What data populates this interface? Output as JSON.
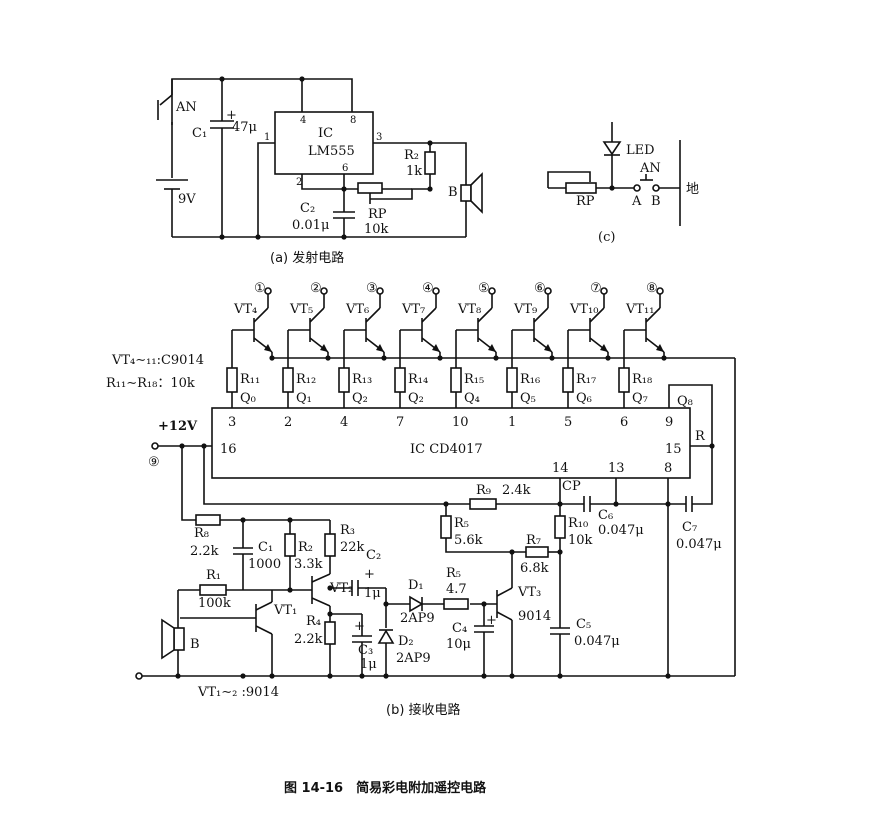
{
  "figure": {
    "caption": "图 14-16　简易彩电附加遥控电路",
    "label_a": "(a)  发射电路",
    "label_b": "(b)  接收电路",
    "label_c": "(c)"
  },
  "circuit_a": {
    "button": "AN",
    "c1": "C₁",
    "c1_value": "47μ",
    "plus": "+",
    "battery": "9V",
    "ic": "IC",
    "ic_type": "LM555",
    "pins": [
      "1",
      "2",
      "3",
      "4",
      "6",
      "8"
    ],
    "r2": "R₂",
    "r2_value": "1k",
    "c2": "C₂",
    "c2_value": "0.01μ",
    "rp": "RP",
    "rp_value": "10k",
    "speaker": "B"
  },
  "circuit_c": {
    "led": "LED",
    "button": "AN",
    "rp": "RP",
    "a": "A",
    "b": "B",
    "ground": "地"
  },
  "circuit_b": {
    "channels": [
      "①",
      "②",
      "③",
      "④",
      "⑤",
      "⑥",
      "⑦",
      "⑧"
    ],
    "transistors": [
      "VT₄",
      "VT₅",
      "VT₆",
      "VT₇",
      "VT₈",
      "VT₉",
      "VT₁₀",
      "VT₁₁"
    ],
    "resistors": [
      "R₁₁",
      "R₁₂",
      "R₁₃",
      "R₁₄",
      "R₁₅",
      "R₁₆",
      "R₁₇",
      "R₁₈"
    ],
    "outputs": [
      "Q₀",
      "Q₁",
      "Q₂",
      "Q₂",
      "Q₄",
      "Q₅",
      "Q₆",
      "Q₇"
    ],
    "pin_numbers": [
      "3",
      "2",
      "4",
      "7",
      "10",
      "1",
      "5",
      "6",
      "9"
    ],
    "q8": "Q₈",
    "note_vt": "VT₄∼₁₁:C9014",
    "note_r": "R₁₁∼R₁₈：10k",
    "supply": "+12V",
    "supply_node": "⑨",
    "ic_name": "IC CD4017",
    "pin16": "16",
    "pin15": "15",
    "pin14": "14",
    "pin13": "13",
    "pin8": "8",
    "reset": "R",
    "cp": "CP",
    "r9": "R₉",
    "r9_value": "2.4k",
    "r5a": "R₅",
    "r5a_value": "5.6k",
    "r10": "R₁₀",
    "r10_value": "10k",
    "c6": "C₆",
    "c6_value": "0.047μ",
    "c7": "C₇",
    "c7_value": "0.047μ",
    "r8": "R₈",
    "r8_value": "2.2k",
    "c1": "C₁",
    "c1_value": "1000",
    "r2": "R₂",
    "r2_value": "3.3k",
    "r3": "R₃",
    "r3_value": "22k",
    "c2": "C₂",
    "c2_value": "1μ",
    "r1": "R₁",
    "r1_value": "100k",
    "vt1": "VT₁",
    "vt2": "VT₂",
    "r4": "R₄",
    "r4_value": "2.2k",
    "c3": "C₃",
    "c3_value": "1μ",
    "d1": "D₁",
    "d1_type": "2AP9",
    "d2": "D₂",
    "d2_type": "2AP9",
    "r5b": "R₅",
    "r5b_value": "4.7",
    "r7": "R₇",
    "r7_value": "6.8k",
    "vt3": "VT₃",
    "vt3_type": "9014",
    "c4": "C₄",
    "c4_value": "10μ",
    "c5": "C₅",
    "c5_value": "0.047μ",
    "speaker": "B",
    "note_vt12": "VT₁∼₂ :9014",
    "plus": "+"
  }
}
